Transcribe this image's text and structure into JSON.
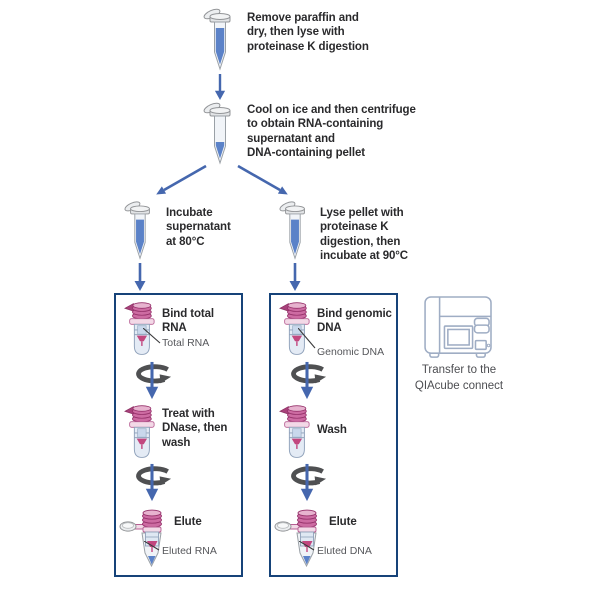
{
  "colors": {
    "arrow_blue": "#4567ae",
    "box_border": "#164379",
    "step_text": "#2a2a2c",
    "label_gray": "#56575b",
    "column_pink": "#cd6ba2",
    "membrane_pink": "#c2477f",
    "liquid_blue": "#5b82c8",
    "instrument_outline": "#9fadc4"
  },
  "icons": {
    "sample_tube": "microcentrifuge-tube-icon",
    "pellet_tube": "centrifuged-tube-icon",
    "spin_column": "spin-column-icon",
    "spin": "centrifuge-spin-icon",
    "elution": "elution-column-icon",
    "instrument": "qiacube-instrument-icon",
    "arrow": "down-arrow-icon"
  },
  "steps": {
    "step1": "Remove paraffin and\ndry, then lyse with\nproteinase K digestion",
    "step2": "Cool on ice and then centrifuge\nto obtain RNA-containing\nsupernatant and\nDNA-containing pellet",
    "incubate_supernatant": "Incubate\nsupernatant\nat 80°C",
    "lyse_pellet": "Lyse pellet with\nproteinase K\ndigestion, then\nincubate at 90°C"
  },
  "rna_box": {
    "bind_title": "Bind total RNA",
    "bind_label": "Total RNA",
    "treat_title": "Treat with\nDNase, then\nwash",
    "elute_title": "Elute",
    "elute_label": "Eluted RNA"
  },
  "dna_box": {
    "bind_title": "Bind genomic\nDNA",
    "bind_label": "Genomic DNA",
    "wash_title": "Wash",
    "elute_title": "Elute",
    "elute_label": "Eluted DNA"
  },
  "instrument": {
    "caption": "Transfer to the\nQIAcube connect"
  }
}
